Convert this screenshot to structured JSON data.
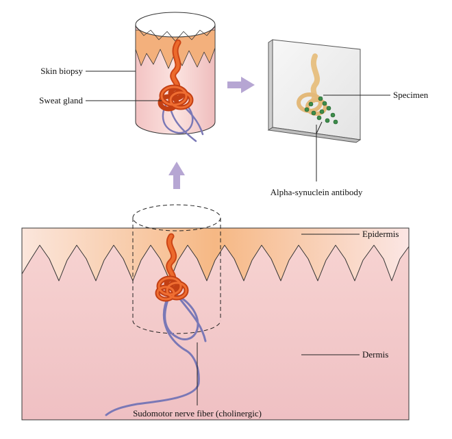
{
  "labels": {
    "skin_biopsy": "Skin biopsy",
    "sweat_gland": "Sweat gland",
    "specimen": "Specimen",
    "alpha_synuclein": "Alpha-synuclein antibody",
    "epidermis": "Epidermis",
    "dermis": "Dermis",
    "nerve_fiber": "Sudomotor nerve fiber (cholinergic)"
  },
  "colors": {
    "dermis": "#f3c9cb",
    "epidermis": "#f2b27a",
    "gland": "#e2541c",
    "nerve": "#7a78b6",
    "arrow": "#b6a6d3",
    "antibody": "#3d8c4a"
  }
}
